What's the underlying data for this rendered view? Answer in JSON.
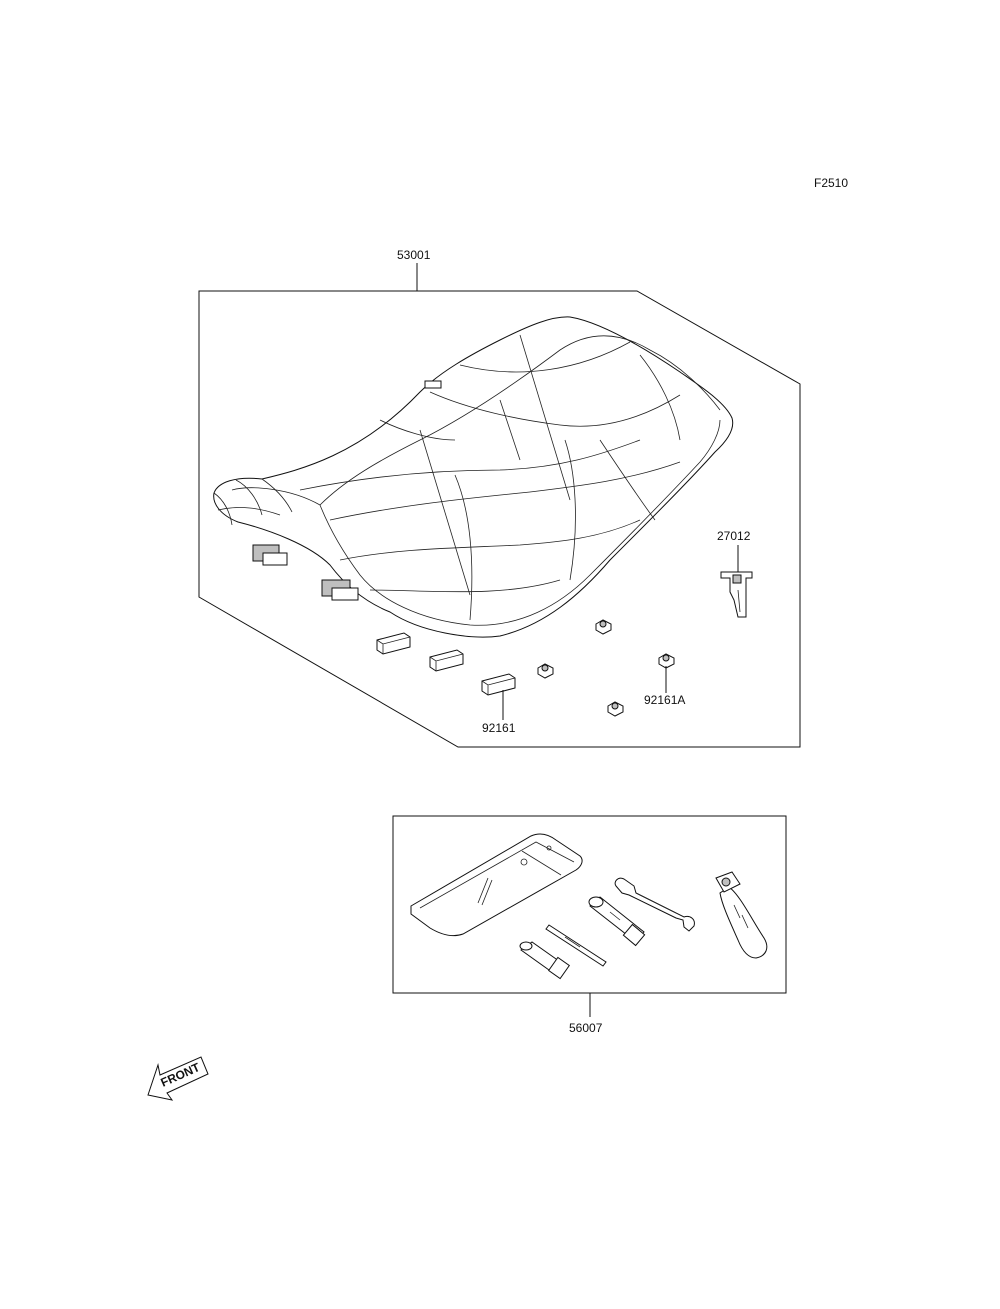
{
  "diagram_code": "F2510",
  "callouts": {
    "seat": "53001",
    "hook": "27012",
    "stopper": "92161",
    "stopper_a": "92161A",
    "tool_kit": "56007"
  },
  "direction_label": "FRONT"
}
